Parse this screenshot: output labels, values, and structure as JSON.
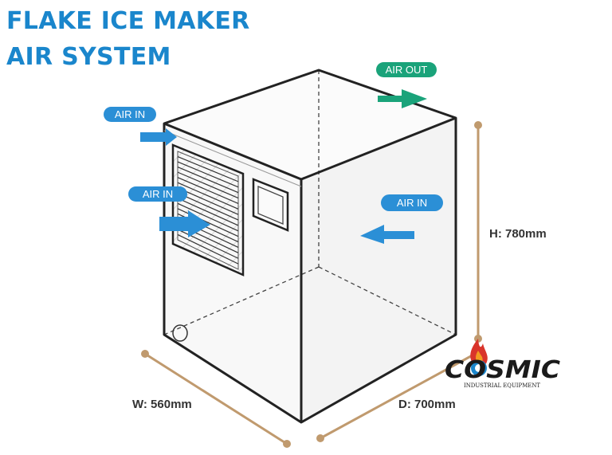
{
  "title": {
    "line1": "FLAKE ICE MAKER",
    "line2": "AIR SYSTEM"
  },
  "labels": {
    "air_in_top": "AIR IN",
    "air_in_grille": "AIR IN",
    "air_in_side": "AIR IN",
    "air_out": "AIR OUT"
  },
  "dimensions": {
    "height": "H: 780mm",
    "width": "W: 560mm",
    "depth": "D: 700mm"
  },
  "logo": {
    "name": "COSMIC",
    "subtitle": "INDUSTRIAL EQUIPMENT"
  },
  "colors": {
    "title": "#1a86cc",
    "air_in": "#2b8fd6",
    "air_out": "#1aa37a",
    "dimension_line": "#c09a6e"
  }
}
